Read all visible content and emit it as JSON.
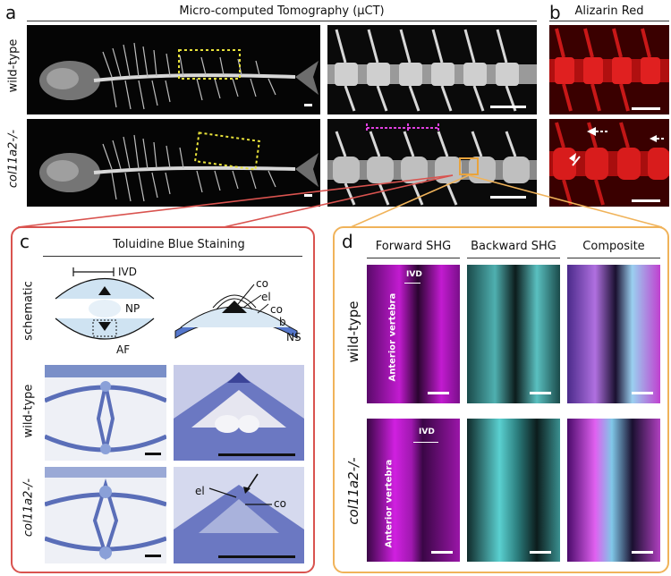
{
  "panels": {
    "a": {
      "letter": "a",
      "title": "Micro-computed Tomography (µCT)",
      "row_labels": [
        "wild-type",
        "col11a2-/-"
      ]
    },
    "b": {
      "letter": "b",
      "title": "Alizarin Red"
    },
    "c": {
      "letter": "c",
      "title": "Toluidine Blue Staining",
      "row_labels": [
        "schematic",
        "wild-type",
        "col11a2-/-"
      ],
      "schematic_labels": {
        "ivd": "IVD",
        "np": "NP",
        "af": "AF",
        "co1": "co",
        "el": "el",
        "co2": "co",
        "b": "b",
        "ns": "NS"
      },
      "section_labels": {
        "el": "el",
        "co": "co"
      }
    },
    "d": {
      "letter": "d",
      "column_titles": [
        "Forward SHG",
        "Backward SHG",
        "Composite"
      ],
      "row_labels": [
        "wild-type",
        "col11a2-/-"
      ],
      "overlay_labels": {
        "ivd": "IVD",
        "anterior": "Anterior vertebra"
      }
    }
  },
  "colors": {
    "panel_c_border": "#d9534f",
    "panel_d_border": "#f0b35a",
    "zoom_box": "#e8e23a",
    "magenta_marker": "#e040e0",
    "orange_marker": "#e8a33c"
  }
}
